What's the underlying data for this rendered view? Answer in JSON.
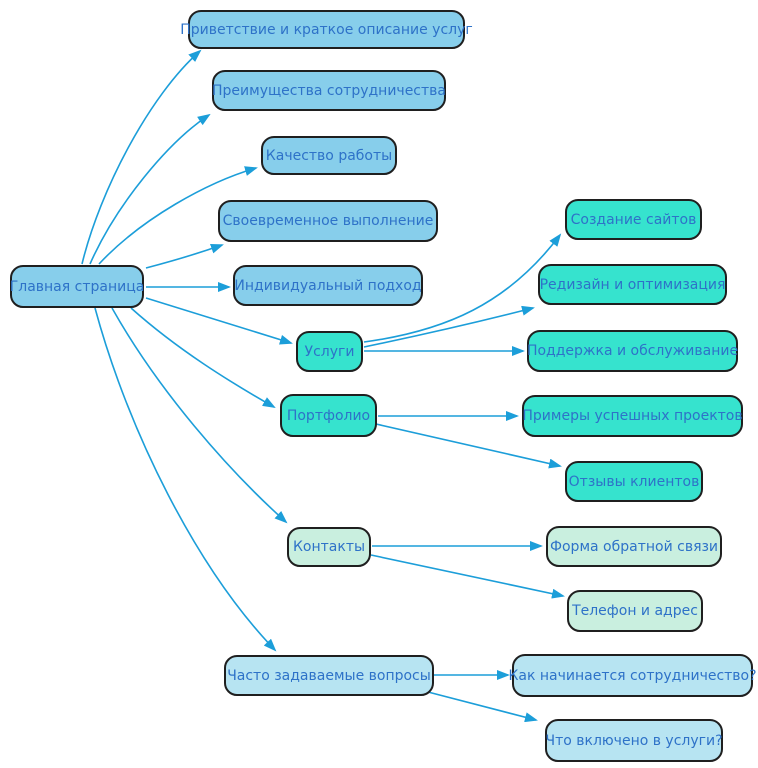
{
  "palette": {
    "background": "#ffffff",
    "node_border": "#1f1f1f",
    "edge_color": "#1c9ed9",
    "label_color": "#2e72c8",
    "fill_skyblue": "#87ceeb",
    "fill_turquoise": "#36e3ce",
    "fill_mint": "#c9efdf",
    "fill_paleblue": "#b7e4f2"
  },
  "nodes": [
    {
      "id": "home",
      "label": "Главная страница",
      "color_group": "skyblue"
    },
    {
      "id": "greeting",
      "label": "Приветствие и краткое описание услуг",
      "color_group": "skyblue"
    },
    {
      "id": "benefits",
      "label": "Преимущества сотрудничества",
      "color_group": "skyblue"
    },
    {
      "id": "quality",
      "label": "Качество работы",
      "color_group": "skyblue"
    },
    {
      "id": "timely",
      "label": "Своевременное выполнение",
      "color_group": "skyblue"
    },
    {
      "id": "individual",
      "label": "Индивидуальный подход",
      "color_group": "skyblue"
    },
    {
      "id": "services",
      "label": "Услуги",
      "color_group": "turquoise"
    },
    {
      "id": "site-creation",
      "label": "Создание сайтов",
      "color_group": "turquoise"
    },
    {
      "id": "redesign",
      "label": "Редизайн и оптимизация",
      "color_group": "turquoise"
    },
    {
      "id": "support",
      "label": "Поддержка и обслуживание",
      "color_group": "turquoise"
    },
    {
      "id": "portfolio",
      "label": "Портфолио",
      "color_group": "turquoise"
    },
    {
      "id": "examples",
      "label": "Примеры успешных проектов",
      "color_group": "turquoise"
    },
    {
      "id": "testimonials",
      "label": "Отзывы клиентов",
      "color_group": "turquoise"
    },
    {
      "id": "contacts",
      "label": "Контакты",
      "color_group": "mint"
    },
    {
      "id": "feedback-form",
      "label": "Форма обратной связи",
      "color_group": "mint"
    },
    {
      "id": "phone-address",
      "label": "Телефон и адрес",
      "color_group": "mint"
    },
    {
      "id": "faq",
      "label": "Часто задаваемые вопросы",
      "color_group": "paleblue"
    },
    {
      "id": "how-start",
      "label": "Как начинается сотрудничество?",
      "color_group": "paleblue"
    },
    {
      "id": "whats-included",
      "label": "Что включено в услуги?",
      "color_group": "paleblue"
    }
  ],
  "edges": [
    {
      "from": "home",
      "to": "greeting"
    },
    {
      "from": "home",
      "to": "benefits"
    },
    {
      "from": "home",
      "to": "quality"
    },
    {
      "from": "home",
      "to": "timely"
    },
    {
      "from": "home",
      "to": "individual"
    },
    {
      "from": "home",
      "to": "services"
    },
    {
      "from": "home",
      "to": "portfolio"
    },
    {
      "from": "home",
      "to": "contacts"
    },
    {
      "from": "home",
      "to": "faq"
    },
    {
      "from": "services",
      "to": "site-creation"
    },
    {
      "from": "services",
      "to": "redesign"
    },
    {
      "from": "services",
      "to": "support"
    },
    {
      "from": "portfolio",
      "to": "examples"
    },
    {
      "from": "portfolio",
      "to": "testimonials"
    },
    {
      "from": "contacts",
      "to": "feedback-form"
    },
    {
      "from": "contacts",
      "to": "phone-address"
    },
    {
      "from": "faq",
      "to": "how-start"
    },
    {
      "from": "faq",
      "to": "whats-included"
    }
  ]
}
